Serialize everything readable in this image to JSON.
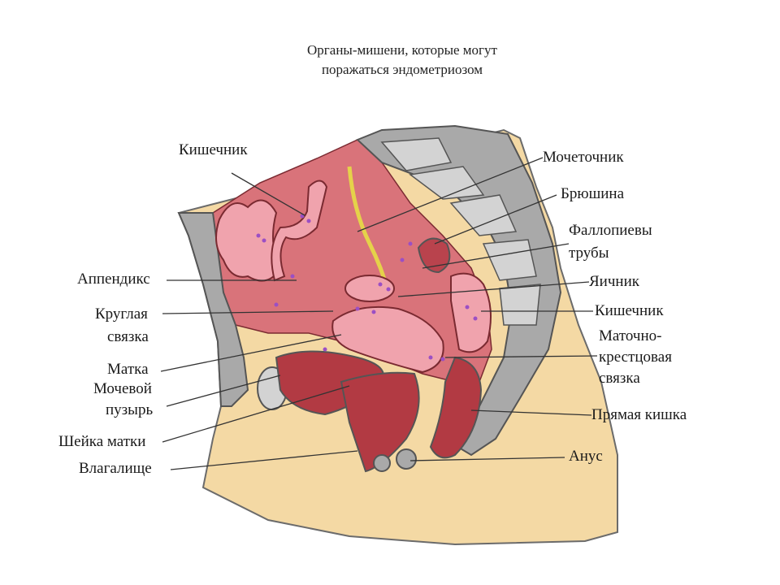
{
  "title": {
    "line1": "Органы-мишени, которые могут",
    "line2": "поражаться эндометриозом"
  },
  "labels": {
    "intestine_top": "Кишечник",
    "appendix": "Аппендикс",
    "round_ligament_1": "Круглая",
    "round_ligament_2": "связка",
    "uterus": "Матка",
    "bladder_1": "Мочевой",
    "bladder_2": "пузырь",
    "cervix": "Шейка матки",
    "vagina": "Влагалище",
    "ureter": "Мочеточник",
    "peritoneum": "Брюшина",
    "fallopian_1": "Фаллопиевы",
    "fallopian_2": "трубы",
    "ovary": "Яичник",
    "intestine_right": "Кишечник",
    "sacro_1": "Маточно-",
    "sacro_2": "крестцовая",
    "sacro_3": "связка",
    "rectum": "Прямая кишка",
    "anus": "Анус"
  },
  "colors": {
    "skin": "#f4d9a4",
    "cavity": "#d9737a",
    "cavity_dark": "#b9434d",
    "bone": "#a9a9a9",
    "bone_light": "#d3d3d3",
    "organ_pink": "#f0a3ad",
    "organ_dark": "#b23a43",
    "lesion": "#9b4fc4",
    "ureter": "#e5d24a"
  }
}
